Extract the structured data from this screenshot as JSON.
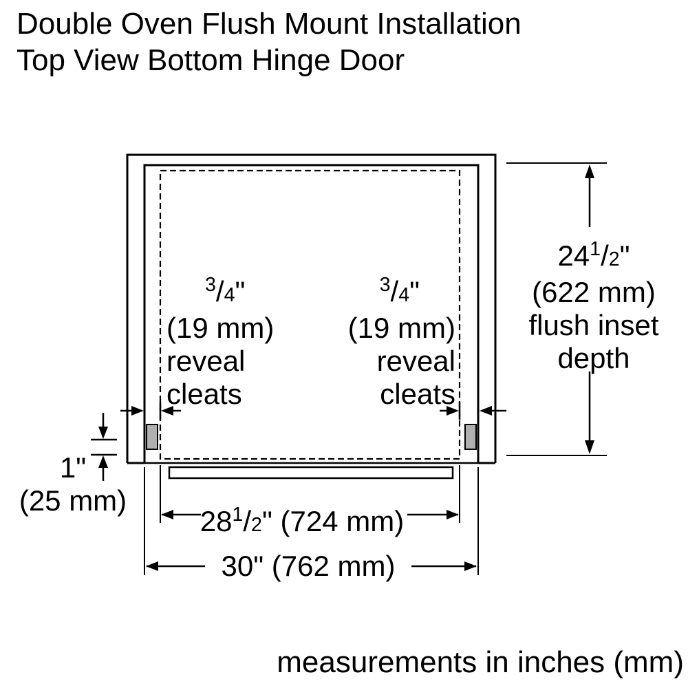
{
  "title": {
    "line1": "Double Oven Flush Mount Installation",
    "line2": "Top View Bottom Hinge Door"
  },
  "footer": {
    "note": "measurements in inches (mm)"
  },
  "dimensions": {
    "flush_inset_depth": {
      "whole": "24",
      "frac_num": "1",
      "frac_slash": "/",
      "frac_den": "2",
      "inch_mark": "\"",
      "mm": "(622 mm)",
      "desc_line1": "flush inset",
      "desc_line2": "depth"
    },
    "left_reveal": {
      "frac_num": "3",
      "frac_slash": "/",
      "frac_den": "4",
      "inch_mark": "\"",
      "mm": "(19 mm)",
      "desc_line1": "reveal",
      "desc_line2": "cleats"
    },
    "right_reveal": {
      "frac_num": "3",
      "frac_slash": "/",
      "frac_den": "4",
      "inch_mark": "\"",
      "mm": "(19 mm)",
      "desc_line1": "reveal",
      "desc_line2": "cleats"
    },
    "cleat_setback": {
      "value": "1\"",
      "mm": "(25 mm)"
    },
    "cutout_width": {
      "whole": "28",
      "frac_num": "1",
      "frac_slash": "/",
      "frac_den": "2",
      "suffix": "\" (724 mm)"
    },
    "opening_width": {
      "value": "30\" (762 mm)"
    }
  },
  "colors": {
    "background": "#ffffff",
    "line": "#000000",
    "cleat_fill": "#b0b0b0"
  }
}
